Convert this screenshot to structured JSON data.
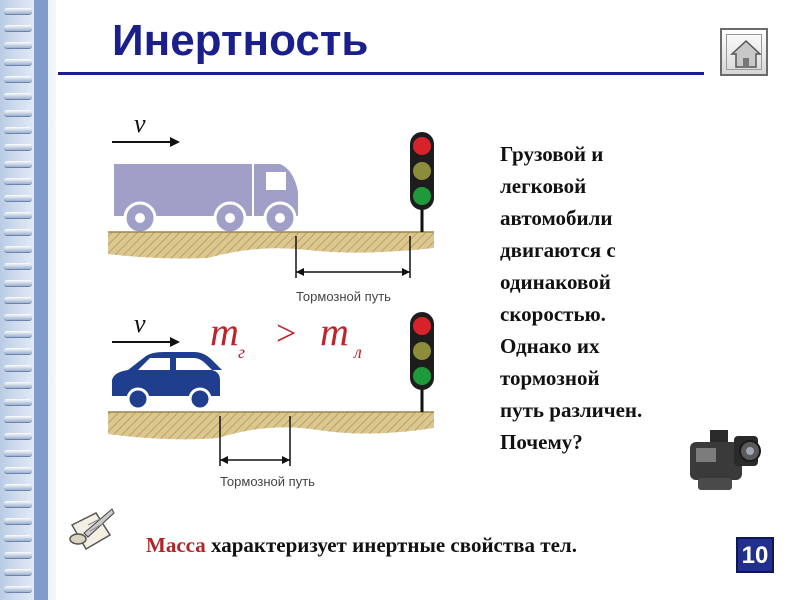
{
  "slide": {
    "title": "Инертность",
    "description": "Грузовой и\nлегковой\nавтомобили\nдвигаются с\nодинаковой\nскоростью.\nОднако их\nтормозной\nпуть различен.\nПочему?",
    "page_number": "10",
    "conclusion": {
      "key": "Масса",
      "rest": " характеризует инертные свойства тел."
    }
  },
  "illustration": {
    "velocity_label": "v",
    "braking_label": "Тормозной путь",
    "formula": {
      "left": "m",
      "left_sub": "г",
      "operator": ">",
      "right": "m",
      "right_sub": "л"
    },
    "traffic_light_colors": [
      "#d8222a",
      "#8c8c3a",
      "#1f9a3a"
    ]
  },
  "icons": {
    "home": "home-icon",
    "camera": "video-camera-icon",
    "scroll": "scroll-quill-icon"
  },
  "colors": {
    "title": "#1a1f8c",
    "truck": "#a09fc8",
    "car": "#1f3e8e",
    "ground": "#d9c48a",
    "formula": "#c0242a"
  }
}
